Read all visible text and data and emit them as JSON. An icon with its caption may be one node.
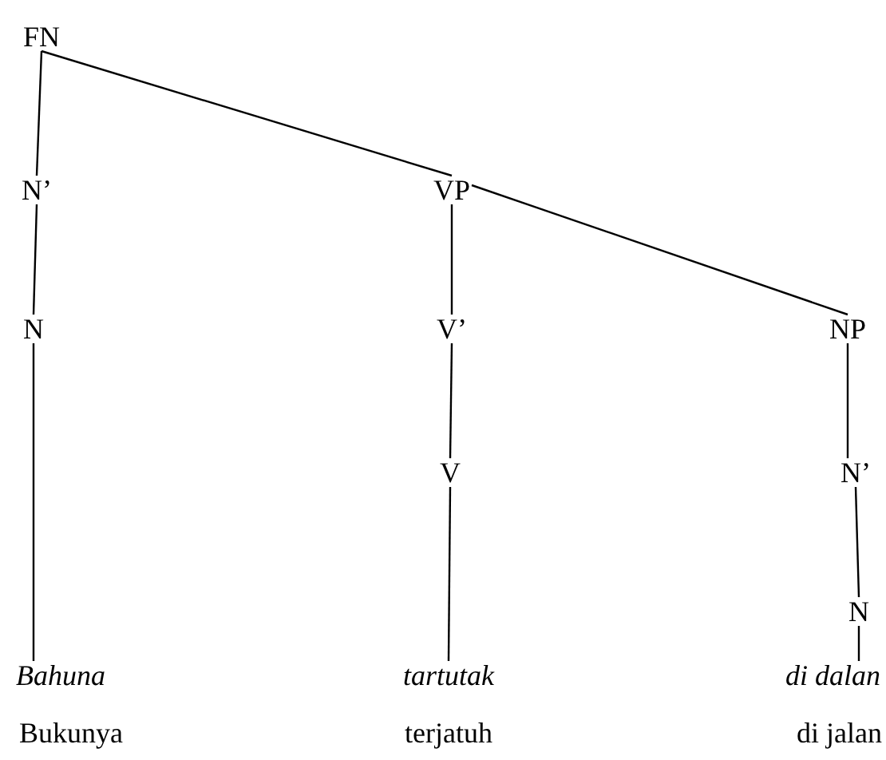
{
  "diagram": {
    "nodes": [
      {
        "text": [
          "FN"
        ]
      },
      {
        "text": [
          "N’"
        ]
      },
      {
        "text": [
          "VP"
        ]
      },
      {
        "text": [
          "N"
        ]
      },
      {
        "text": [
          "V’"
        ]
      },
      {
        "text": [
          "NP"
        ]
      },
      {
        "text": [
          "V"
        ]
      },
      {
        "text": [
          "N’"
        ]
      },
      {
        "text": [
          "N"
        ]
      },
      {
        "text": [
          "Bahuna"
        ],
        "beside": [
          "Bukunya"
        ]
      },
      {
        "text": [
          "tartutak"
        ],
        "beside": [
          "terjatuh"
        ]
      },
      {
        "text": [
          "di dalan"
        ],
        "beside": [
          "di jalan"
        ]
      }
    ],
    "edges": [
      {
        "from": 0,
        "to": 1,
        "arrow": "none"
      },
      {
        "from": 0,
        "to": 2,
        "arrow": "none"
      },
      {
        "from": 1,
        "to": 3,
        "arrow": "none"
      },
      {
        "from": 2,
        "to": 4,
        "arrow": "none"
      },
      {
        "from": 2,
        "to": 5,
        "arrow": "none"
      },
      {
        "from": 3,
        "to": 9,
        "arrow": "none"
      },
      {
        "from": 4,
        "to": 6,
        "arrow": "none"
      },
      {
        "from": 6,
        "to": 10,
        "arrow": "none"
      },
      {
        "from": 5,
        "to": 7,
        "arrow": "none"
      },
      {
        "from": 7,
        "to": 8,
        "arrow": "none"
      },
      {
        "from": 8,
        "to": 11,
        "arrow": "none"
      }
    ]
  }
}
